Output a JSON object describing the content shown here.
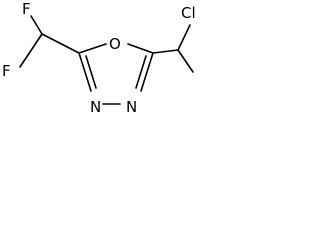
{
  "molecule": {
    "atoms": {
      "f_top": "F",
      "f_left": "F",
      "o_ring": "O",
      "n_left": "N",
      "n_right": "N",
      "cl": "Cl"
    }
  }
}
